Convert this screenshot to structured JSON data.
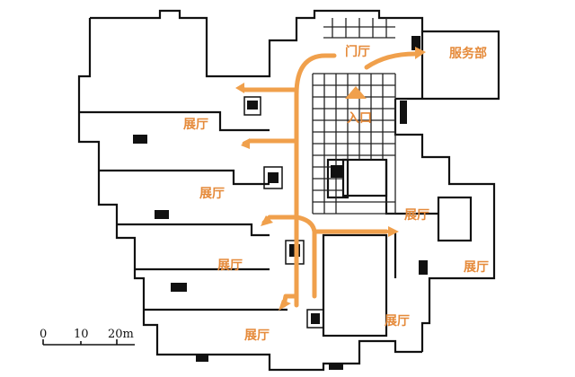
{
  "labels": {
    "menting": "门厅",
    "fuwubu": "服务部",
    "rukou": "入口",
    "hall_nw": "展厅",
    "hall_w_upper": "展厅",
    "hall_w_mid": "展厅",
    "hall_e_upper": "展厅",
    "hall_e_lower": "展厅",
    "hall_s": "展厅",
    "hall_se": "展厅"
  },
  "scale_bar": {
    "tick_0": "0",
    "tick_10": "10",
    "tick_20": "20m"
  },
  "colors": {
    "route": "#F0A04C",
    "label": "#E58A3A",
    "wall": "#111111",
    "grid": "#222222"
  }
}
